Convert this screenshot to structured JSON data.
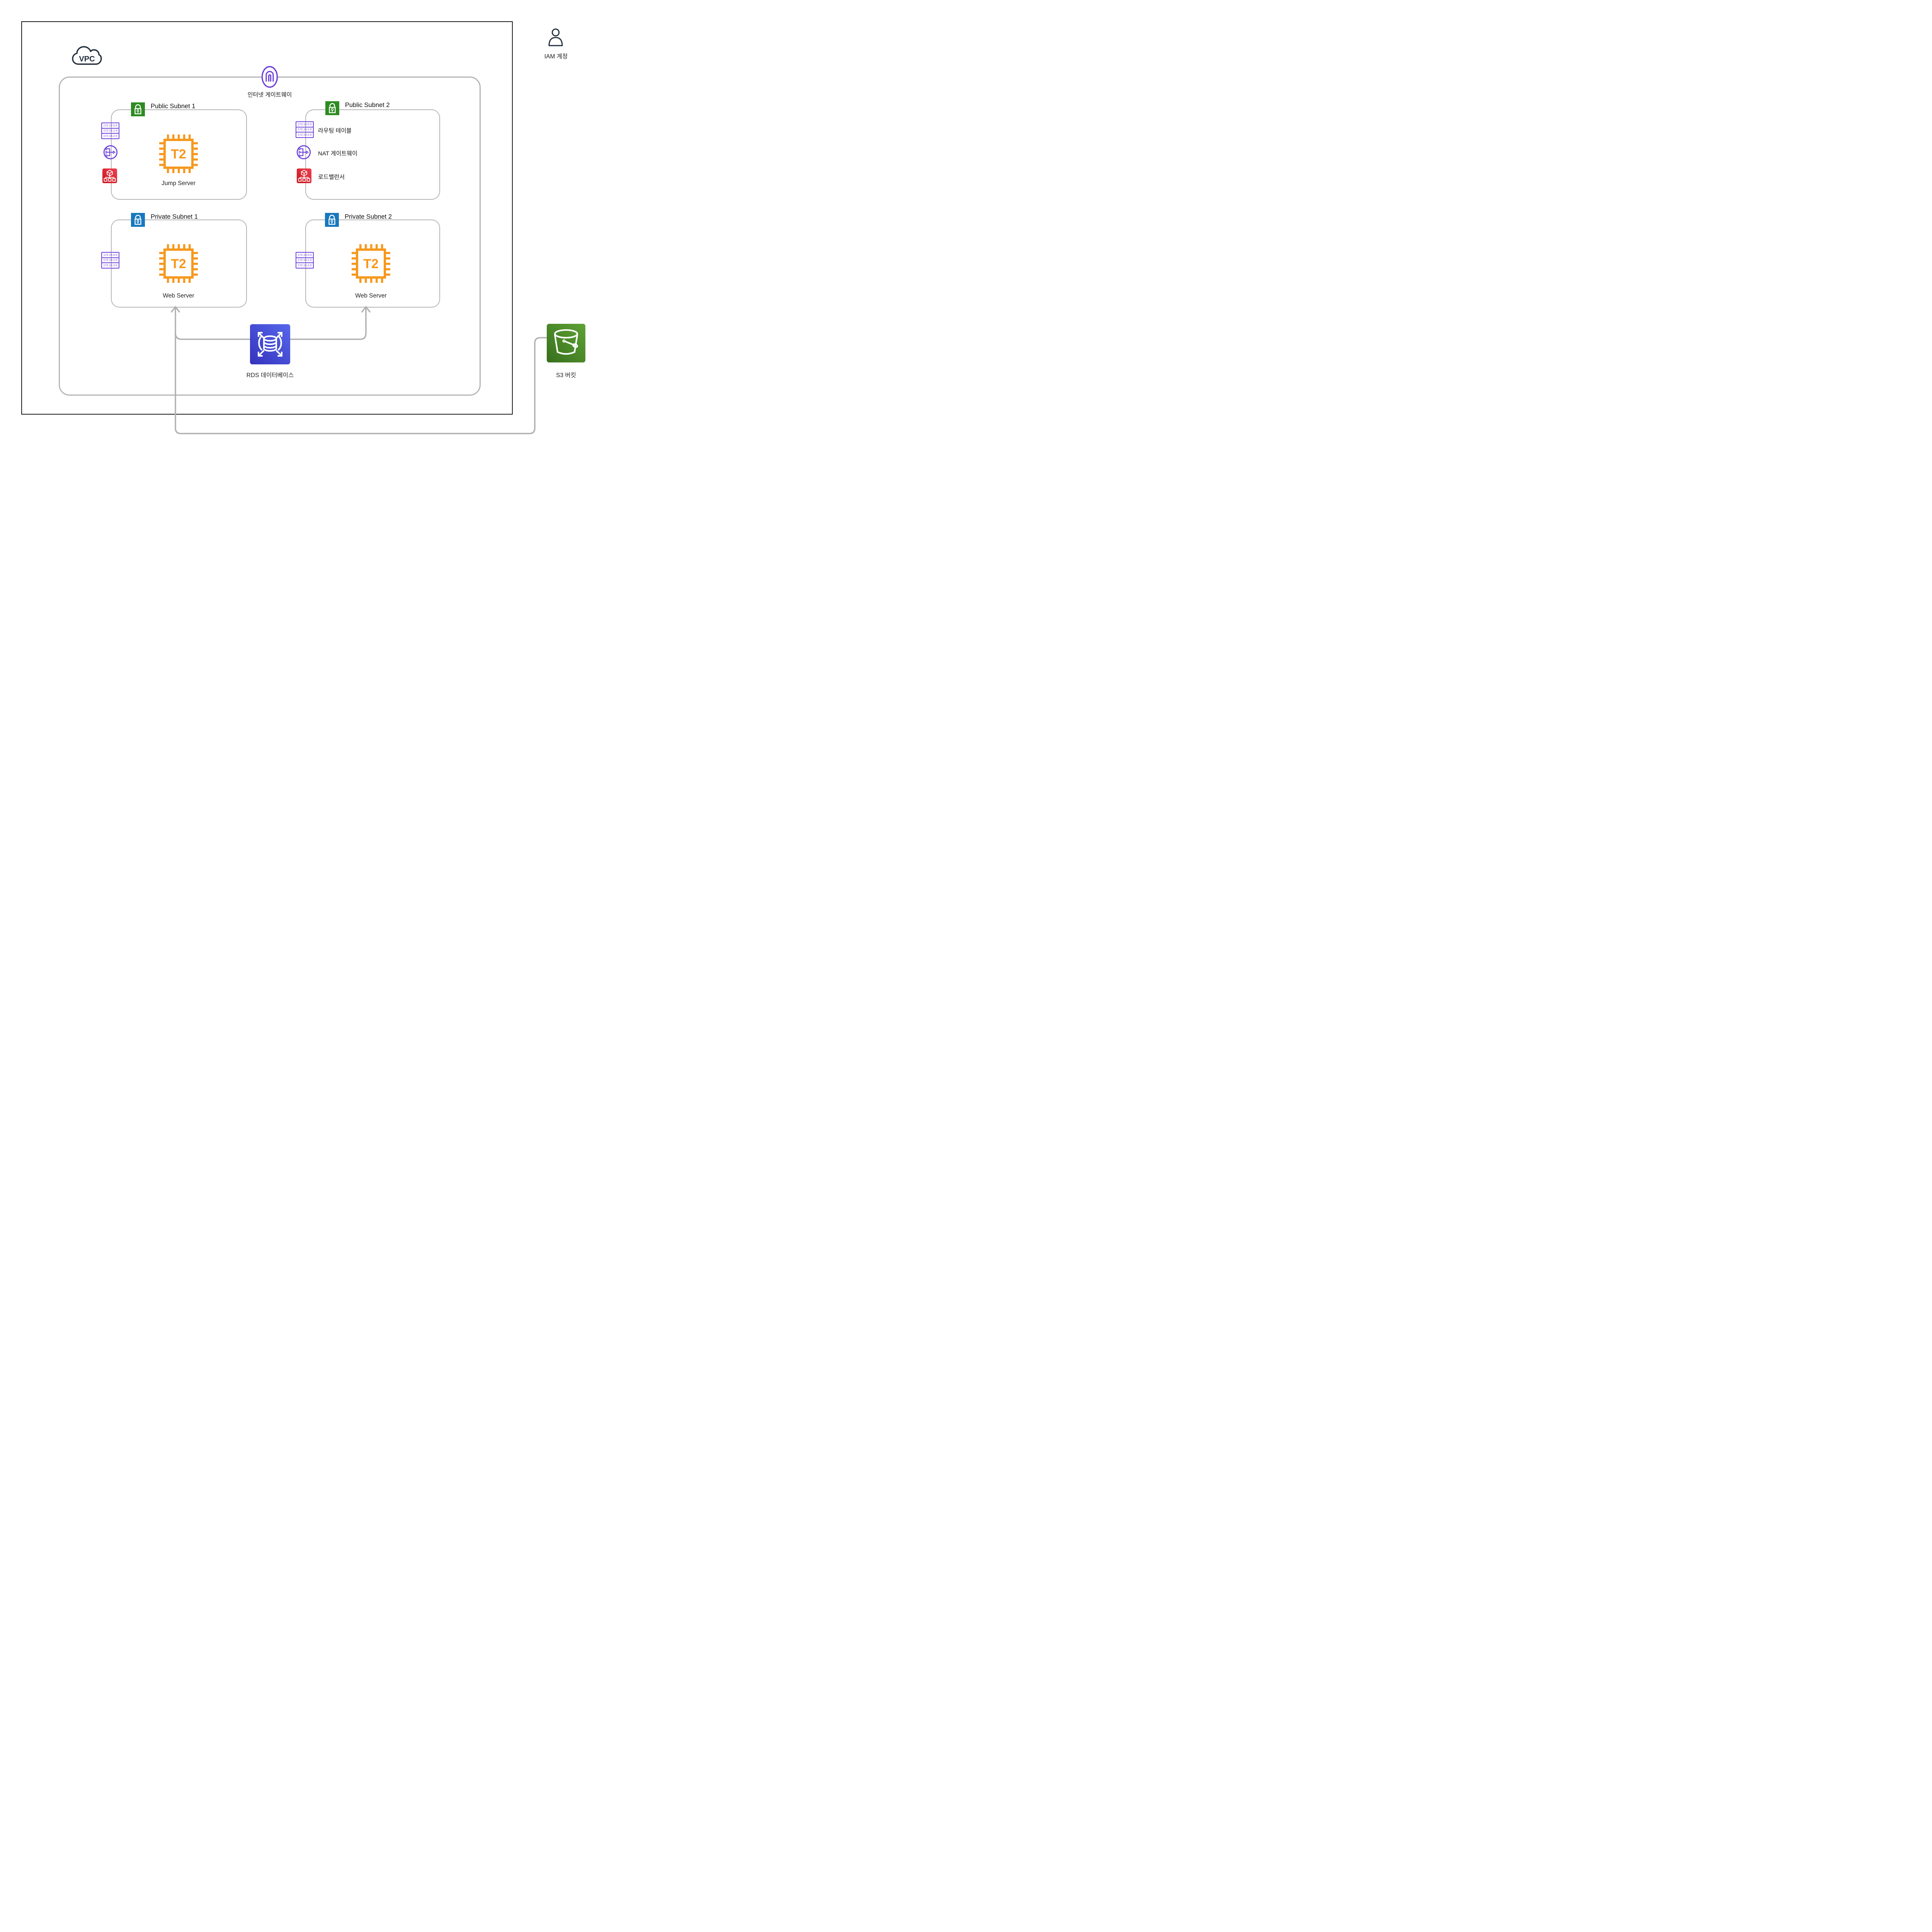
{
  "vpc": {
    "label": "VPC"
  },
  "internet_gateway": {
    "label": "인터넷 게이트웨이"
  },
  "iam": {
    "label": "IAM 계정"
  },
  "cidrs": [
    "172.16.0.0",
    "172.16.1.0",
    "172.16.2.0"
  ],
  "subnets": {
    "public1": {
      "title": "Public Subnet 1",
      "instance_type": "T2",
      "instance_label": "Jump Server"
    },
    "public2": {
      "title": "Public Subnet 2",
      "labels": {
        "routing_table": "라우팅 테이블",
        "nat_gateway": "NAT 게이트웨이",
        "load_balancer": "로드밸런서"
      }
    },
    "private1": {
      "title": "Private Subnet 1",
      "instance_type": "T2",
      "instance_label": "Web Server"
    },
    "private2": {
      "title": "Private Subnet 2",
      "instance_type": "T2",
      "instance_label": "Web Server"
    }
  },
  "rds": {
    "label": "RDS 데이터베이스"
  },
  "s3": {
    "label": "S3 버킷"
  },
  "colors": {
    "purple": "#6f42dc",
    "green_badge": "#2e8b22",
    "blue_badge": "#1878be",
    "orange": "#f7981d",
    "red_tile": "#d91f2d",
    "rds_blue": "#4550d6",
    "s3_green": "#4c8a2a",
    "connector_gray": "#b1b1b1",
    "dark_navy": "#232f3e"
  }
}
